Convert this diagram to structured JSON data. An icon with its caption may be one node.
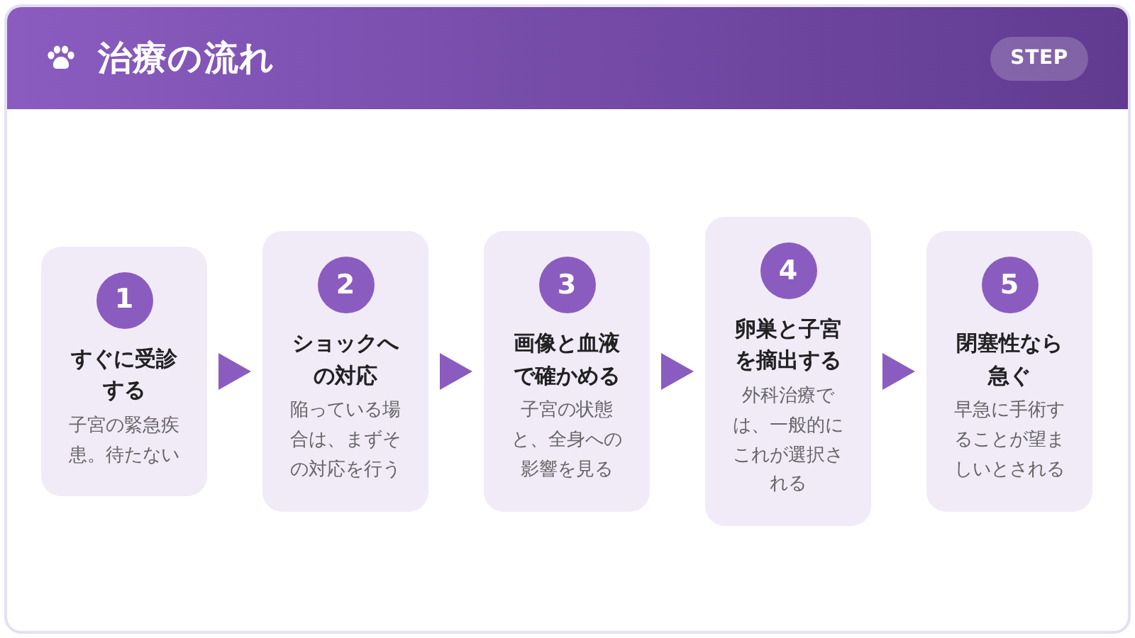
{
  "diagram": {
    "title": "治療の流れ",
    "nodes": [
      {
        "text": [
          "1",
          "すぐに受診する",
          "子宮の緊急疾患。待たない"
        ]
      },
      {
        "text": [
          "2",
          "ショックへの対応",
          "陥っている場合は、まずその対応を行う"
        ]
      },
      {
        "text": [
          "3",
          "画像と血液で確かめる",
          "子宮の状態と、全身への影響を見る"
        ]
      },
      {
        "text": [
          "4",
          "卵巣と子宮を摘出する",
          "外科治療では、一般的にこれが選択される"
        ]
      },
      {
        "text": [
          "5",
          "閉塞性なら急ぐ",
          "早急に手術することが望ましいとされる"
        ]
      }
    ],
    "edges": [
      {
        "from": 0,
        "to": 1,
        "arrow": "to"
      },
      {
        "from": 1,
        "to": 2,
        "arrow": "to"
      },
      {
        "from": 2,
        "to": 3,
        "arrow": "to"
      },
      {
        "from": 3,
        "to": 4,
        "arrow": "to"
      }
    ],
    "labels": [
      "STEP"
    ]
  }
}
